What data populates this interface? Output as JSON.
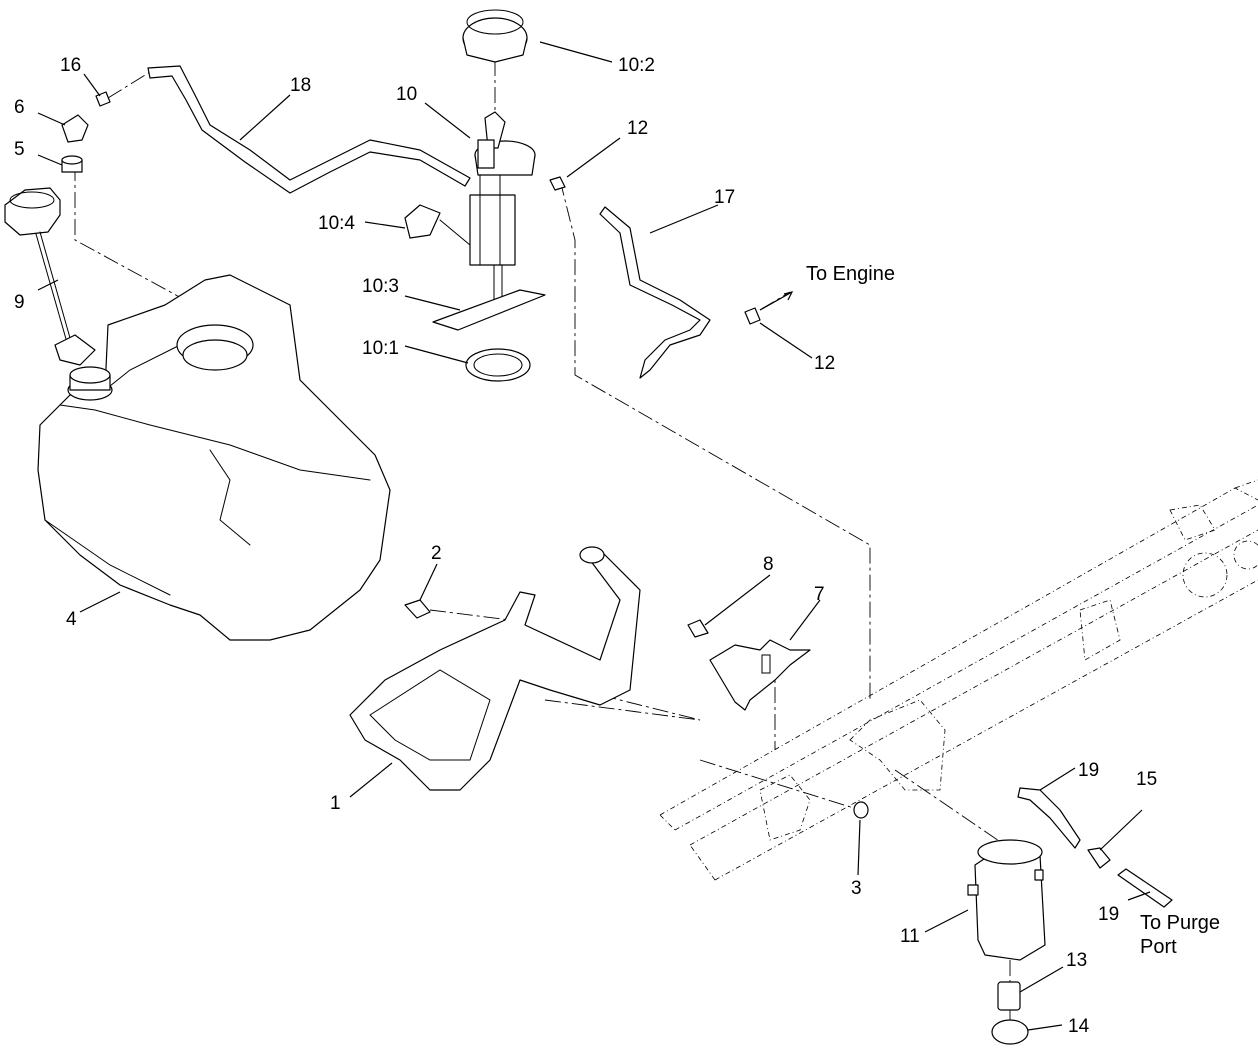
{
  "callouts": {
    "c1": "1",
    "c2": "2",
    "c3": "3",
    "c4": "4",
    "c5": "5",
    "c6": "6",
    "c7": "7",
    "c8": "8",
    "c9": "9",
    "c10": "10",
    "c10_1": "10:1",
    "c10_2": "10:2",
    "c10_3": "10:3",
    "c10_4": "10:4",
    "c11": "11",
    "c12a": "12",
    "c12b": "12",
    "c13": "13",
    "c14": "14",
    "c15": "15",
    "c16": "16",
    "c17": "17",
    "c18": "18",
    "c19a": "19",
    "c19b": "19"
  },
  "notes": {
    "to_engine": "To Engine",
    "to_purge_line1": "To Purge",
    "to_purge_line2": "Port"
  }
}
